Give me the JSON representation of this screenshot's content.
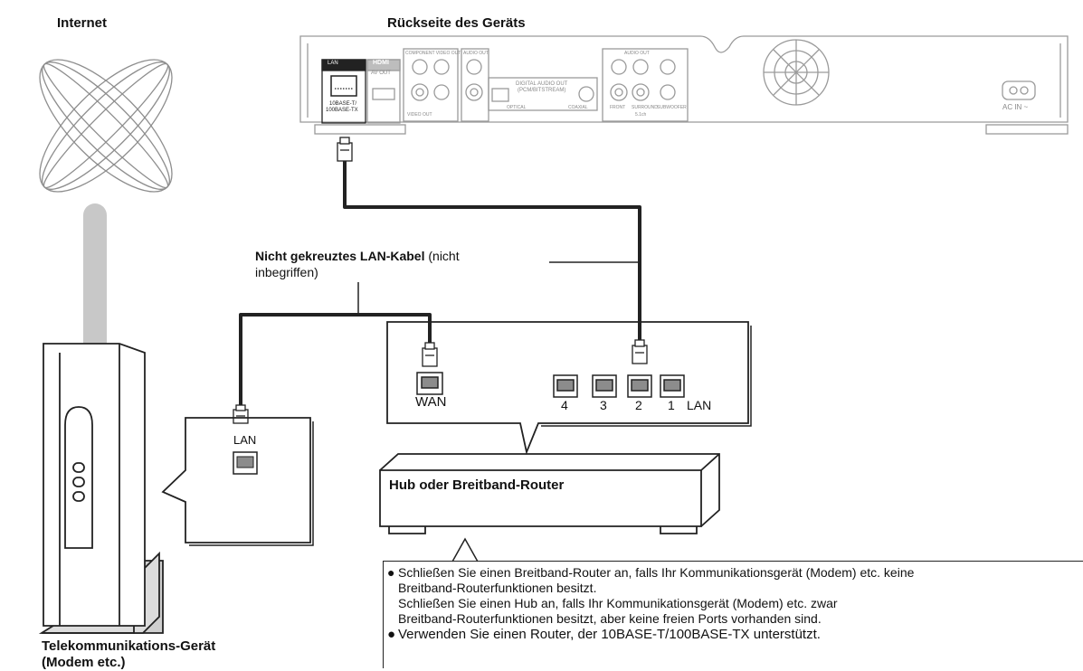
{
  "labels": {
    "internet": "Internet",
    "device_rear": "Rückseite des Geräts",
    "cable_bold": "Nicht gekreuztes LAN-Kabel",
    "cable_rest": " (nicht",
    "cable_line2": "inbegriffen)",
    "hub": "Hub oder Breitband-Router",
    "modem_line1": "Telekommunikations-Gerät",
    "modem_line2": "(Modem etc.)",
    "modem_lan": "LAN",
    "router_wan": "WAN",
    "router_lan": "LAN",
    "router_ports": [
      "4",
      "3",
      "2",
      "1"
    ]
  },
  "device_panel": {
    "lan": "LAN",
    "lan_spec_1": "10BASE-T/",
    "lan_spec_2": "100BASE-TX",
    "hdmi": "HDMI",
    "av_out": "AV OUT",
    "component": "COMPONENT VIDEO OUT",
    "audio_out": "AUDIO OUT",
    "video_out": "VIDEO OUT",
    "digital_audio_out": "DIGITAL AUDIO OUT",
    "pcm_bitstream": "(PCM/BITSTREAM)",
    "optical": "OPTICAL",
    "coaxial": "COAXIAL",
    "audio_out_2": "AUDIO OUT",
    "front": "FRONT",
    "surround": "SURROUND",
    "subwoofer": "SUBWOOFER",
    "ch": "5.1ch",
    "ac_in": "AC IN ~"
  },
  "notes": {
    "line1": "Schließen Sie einen Breitband-Router an, falls Ihr Kommunikationsgerät (Modem) etc. keine",
    "line2": "Breitband-Routerfunktionen besitzt.",
    "line3": "Schließen Sie einen Hub an, falls Ihr Kommunikationsgerät (Modem) etc. zwar",
    "line4": "Breitband-Routerfunktionen besitzt, aber keine freien Ports vorhanden sind.",
    "line5": "Verwenden Sie einen Router, der 10BASE-T/100BASE-TX unterstützt."
  },
  "colors": {
    "line": "#222222",
    "faint_line": "#9a9a9a",
    "pole": "#c8c8c8",
    "port_fill": "#8c8c8c"
  }
}
